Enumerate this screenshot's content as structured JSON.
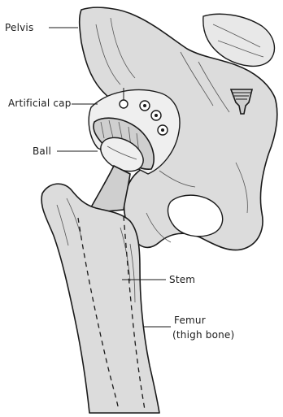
{
  "labels": {
    "pelvis": "Pelvis",
    "artificial_cap": "Artificial cap",
    "ball": "Ball",
    "stem": "Stem",
    "femur": "Femur",
    "femur_note": "(thigh bone)"
  }
}
